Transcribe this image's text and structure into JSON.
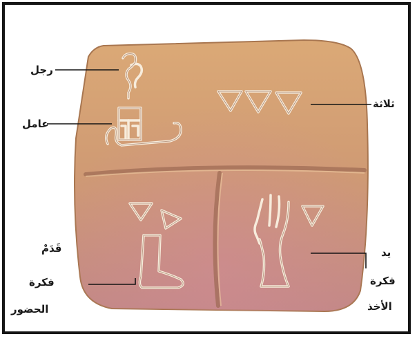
{
  "labels": {
    "man": "رجل",
    "worker": "عامل",
    "three": "ثلاثة",
    "foot": "قَدَمْ",
    "idea_presence_1": "فكرة",
    "idea_presence_2": "الحضور",
    "hand": "يد",
    "idea_take_1": "فكرة",
    "idea_take_2": "الأخذ"
  },
  "colors": {
    "tablet_top": "#d9a875",
    "tablet_bottom": "#c58b84",
    "engraving": "#f6ead8",
    "line": "#141414"
  }
}
